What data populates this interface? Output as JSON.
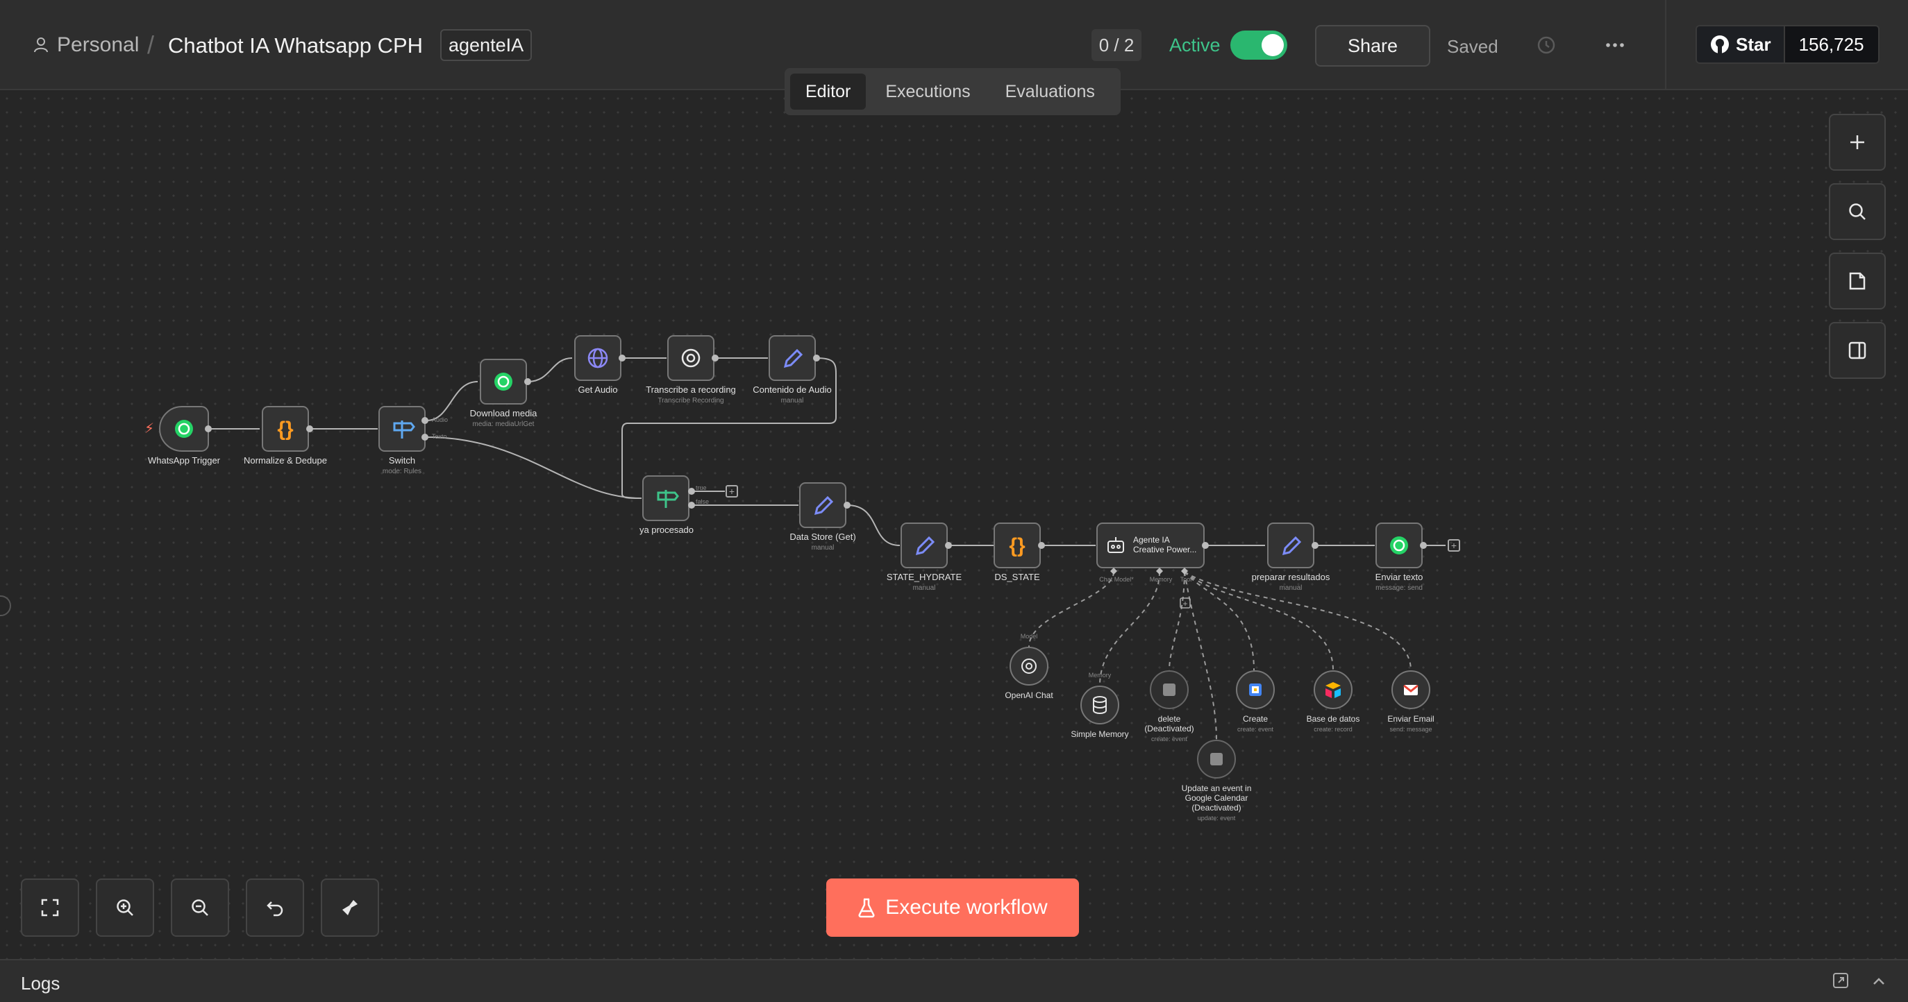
{
  "header": {
    "workspace": "Personal",
    "separator": "/",
    "workflow_title": "Chatbot IA Whatsapp CPH",
    "tag": "agenteIA",
    "counter": "0 / 2",
    "active_label": "Active",
    "active": true,
    "share_label": "Share",
    "saved_label": "Saved",
    "github_star_label": "Star",
    "github_star_count": "156,725"
  },
  "tabs": [
    {
      "label": "Editor",
      "active": true
    },
    {
      "label": "Executions",
      "active": false
    },
    {
      "label": "Evaluations",
      "active": false
    }
  ],
  "nodes": {
    "whatsapp_trigger": {
      "label": "WhatsApp Trigger",
      "icon": "whatsapp-icon"
    },
    "normalize": {
      "label": "Normalize & Dedupe",
      "icon": "code-braces-icon"
    },
    "switch": {
      "label": "Switch",
      "sub": "mode: Rules",
      "out_audio": "Audio",
      "out_texto": "Texto"
    },
    "download_media": {
      "label": "Download media",
      "sub": "media: mediaUrlGet"
    },
    "get_audio": {
      "label": "Get Audio"
    },
    "transcribe": {
      "label": "Transcribe a recording",
      "sub": "Transcribe Recording"
    },
    "contenido_audio": {
      "label": "Contenido de Audio",
      "sub": "manual"
    },
    "ya_procesado": {
      "label": "ya procesado",
      "out_true": "true",
      "out_false": "false"
    },
    "data_store_get": {
      "label": "Data Store (Get)",
      "sub": "manual"
    },
    "state_hydrate": {
      "label": "STATE_HYDRATE",
      "sub": "manual"
    },
    "ds_state": {
      "label": "DS_STATE"
    },
    "agente": {
      "label1": "Agente IA",
      "label2": "Creative Power...",
      "port_chat": "Chat Model*",
      "port_memory": "Memory",
      "port_tool": "Tool"
    },
    "preparar": {
      "label": "preparar resultados",
      "sub": "manual"
    },
    "enviar_texto": {
      "label": "Enviar texto",
      "sub": "message: send"
    },
    "openai_chat": {
      "label": "OpenAI Chat",
      "port": "Model"
    },
    "simple_memory": {
      "label": "Simple Memory",
      "port": "Memory"
    },
    "delete": {
      "label1": "delete",
      "label2": "(Deactivated)",
      "sub": "create: event"
    },
    "update_event": {
      "label1": "Update an event in",
      "label2": "Google Calendar",
      "label3": "(Deactivated)",
      "sub": "update: event"
    },
    "create": {
      "label": "Create",
      "sub": "create: event"
    },
    "base_datos": {
      "label": "Base de datos",
      "sub": "create: record"
    },
    "enviar_email": {
      "label": "Enviar Email",
      "sub": "send: message"
    }
  },
  "execute_label": "Execute workflow",
  "logs_label": "Logs",
  "colors": {
    "accent": "#ff6f5c",
    "active_green": "#2ab76f",
    "whatsapp": "#25d366",
    "code": "#ff9b21",
    "edit": "#7c8cf8"
  }
}
